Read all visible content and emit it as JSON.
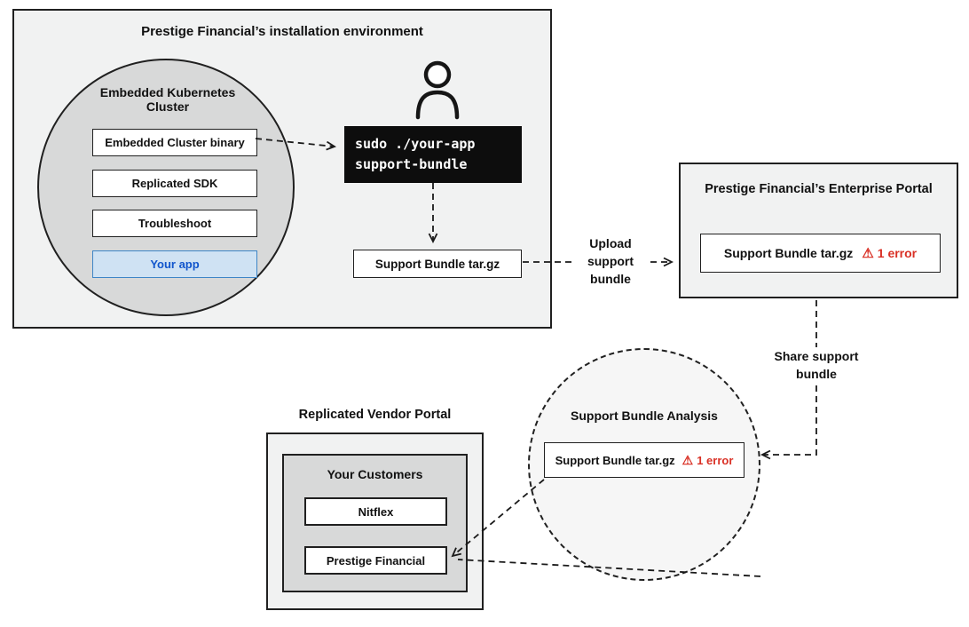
{
  "colors": {
    "panel_bg": "#f1f2f2",
    "circle_bg": "#d8d9d9",
    "analysis_bg": "#f6f6f6",
    "terminal_bg": "#0d0d0d",
    "app_blue_bg": "#cfe2f3",
    "app_blue_border": "#3d85c6",
    "app_blue_text": "#1155cc",
    "error_red": "#d93025",
    "line_color": "#1a1a1a"
  },
  "installation_env": {
    "title": "Prestige Financial’s installation environment",
    "cluster": {
      "title": "Embedded Kubernetes Cluster",
      "items": [
        {
          "label": "Embedded Cluster binary"
        },
        {
          "label": "Replicated SDK"
        },
        {
          "label": "Troubleshoot"
        },
        {
          "label": "Your app"
        }
      ]
    },
    "terminal": {
      "line1": "sudo ./your-app",
      "line2": "support-bundle"
    },
    "bundle_label": "Support Bundle tar.gz"
  },
  "labels": {
    "upload": "Upload support bundle",
    "share": "Share support bundle"
  },
  "enterprise_portal": {
    "title": "Prestige Financial’s Enterprise Portal",
    "bundle_label": "Support Bundle tar.gz",
    "warning_icon": "⚠",
    "error_label": "1 error"
  },
  "analysis": {
    "title": "Support Bundle Analysis",
    "bundle_label": "Support Bundle tar.gz",
    "warning_icon": "⚠",
    "error_label": "1 error"
  },
  "vendor_portal": {
    "title": "Replicated Vendor Portal",
    "customers": {
      "title": "Your Customers",
      "items": [
        {
          "label": "Nitflex"
        },
        {
          "label": "Prestige Financial"
        }
      ]
    }
  }
}
